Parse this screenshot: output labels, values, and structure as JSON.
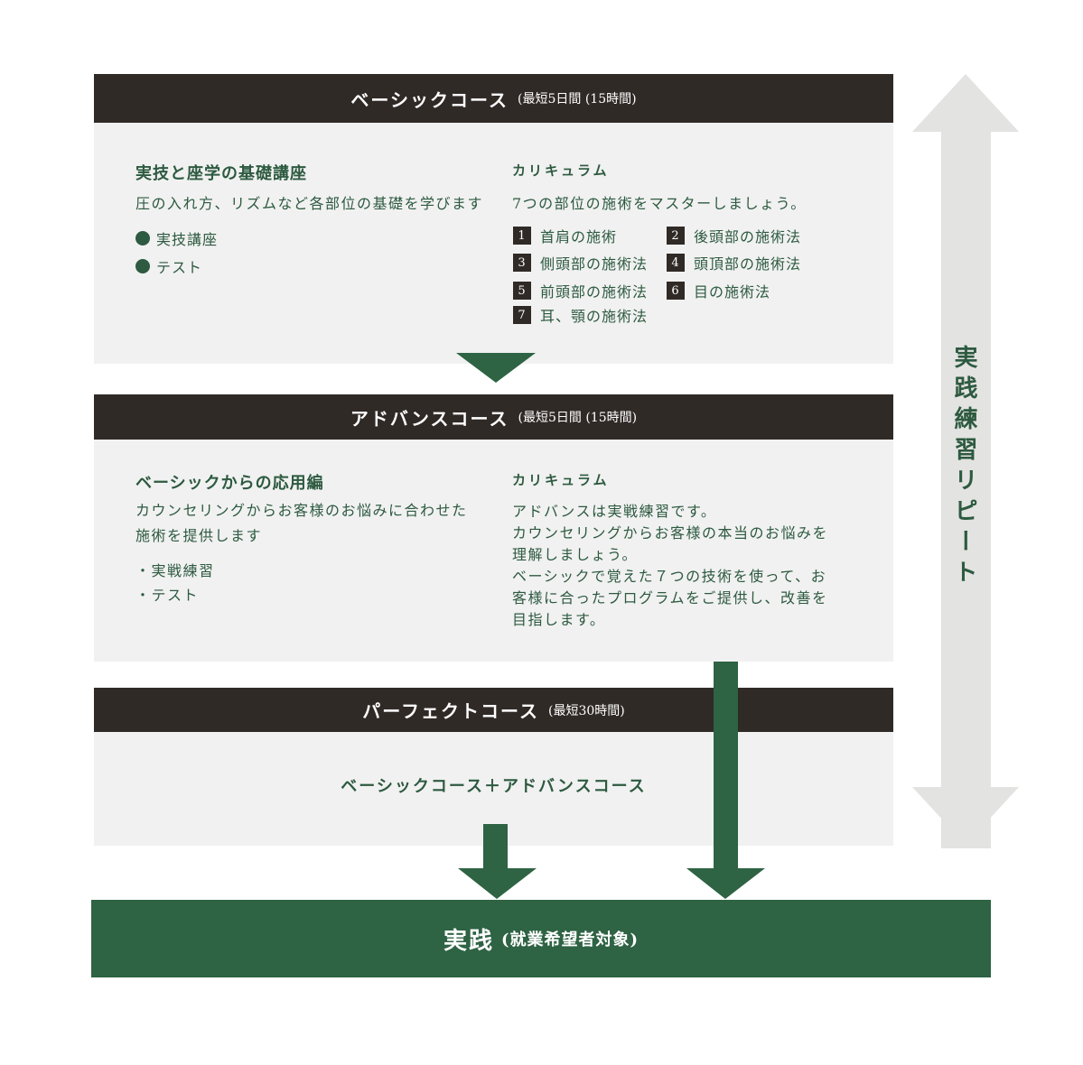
{
  "basic": {
    "title": "ベーシックコース",
    "duration": "(最短5日間 (15時間)",
    "heading": "実技と座学の基礎講座",
    "description": "圧の入れ方、リズムなど各部位の基礎を学びます",
    "items": [
      "実技講座",
      "テスト"
    ],
    "curriculum_label": "カリキュラム",
    "curriculum_intro": "7つの部位の施術をマスターしましょう。",
    "curriculum": [
      {
        "num": "1",
        "label": "首肩の施術"
      },
      {
        "num": "2",
        "label": "後頭部の施術法"
      },
      {
        "num": "3",
        "label": "側頭部の施術法"
      },
      {
        "num": "4",
        "label": "頭頂部の施術法"
      },
      {
        "num": "5",
        "label": "前頭部の施術法"
      },
      {
        "num": "6",
        "label": "目の施術法"
      },
      {
        "num": "7",
        "label": "耳、顎の施術法"
      }
    ]
  },
  "advance": {
    "title": "アドバンスコース",
    "duration": "(最短5日間 (15時間)",
    "heading": "ベーシックからの応用編",
    "description_lines": [
      "カウンセリングからお客様のお悩みに合わせた",
      "施術を提供します"
    ],
    "items": [
      "・実戦練習",
      "・テスト"
    ],
    "curriculum_label": "カリキュラム",
    "curriculum_lines": [
      "アドバンスは実戦練習です。",
      "カウンセリングからお客様の本当のお悩みを",
      "理解しましょう。",
      "ベーシックで覚えた７つの技術を使って、お",
      "客様に合ったプログラムをご提供し、改善を",
      "目指します。"
    ]
  },
  "perfect": {
    "title": "パーフェクトコース",
    "duration": "(最短30時間)",
    "content": "ベーシックコース＋アドバンスコース"
  },
  "practice": {
    "title": "実践",
    "subtitle": "(就業希望者対象)"
  },
  "repeat_label": "実践練習リピート",
  "colors": {
    "header_bg": "#302a27",
    "box_bg": "#f1f1f1",
    "accent_green": "#2e6343",
    "repeat_arrow": "#e3e3e1"
  }
}
